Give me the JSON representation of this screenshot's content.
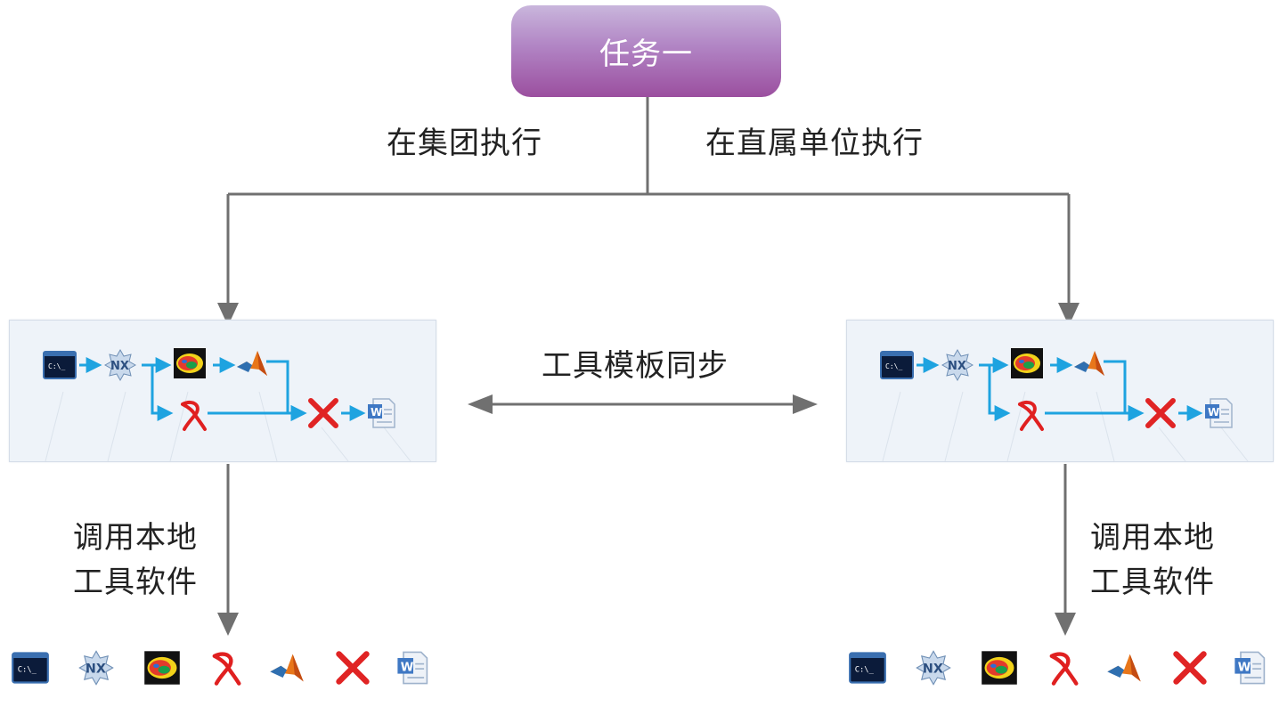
{
  "task": {
    "label": "任务一"
  },
  "branches": {
    "left_label": "在集团执行",
    "right_label": "在直属单位执行"
  },
  "sync": {
    "label": "工具模板同步"
  },
  "local_call": {
    "left_line1": "调用本地",
    "left_line2": "工具软件",
    "right_line1": "调用本地",
    "right_line2": "工具软件"
  },
  "tools": [
    {
      "id": "cmd",
      "icon": "command-prompt-icon"
    },
    {
      "id": "nx",
      "icon": "nx-icon",
      "text": "NX"
    },
    {
      "id": "fluent",
      "icon": "cfd-contour-icon"
    },
    {
      "id": "ribbon",
      "icon": "red-ribbon-icon"
    },
    {
      "id": "matlab",
      "icon": "matlab-icon"
    },
    {
      "id": "cross",
      "icon": "red-cross-icon"
    },
    {
      "id": "word",
      "icon": "word-document-icon"
    }
  ],
  "colors": {
    "task_gradient_top": "#c9b6dc",
    "task_gradient_bottom": "#9b4f9f",
    "connector": "#707070",
    "flow_arrow": "#1ea3e0",
    "panel_bg": "#eef3f9"
  }
}
